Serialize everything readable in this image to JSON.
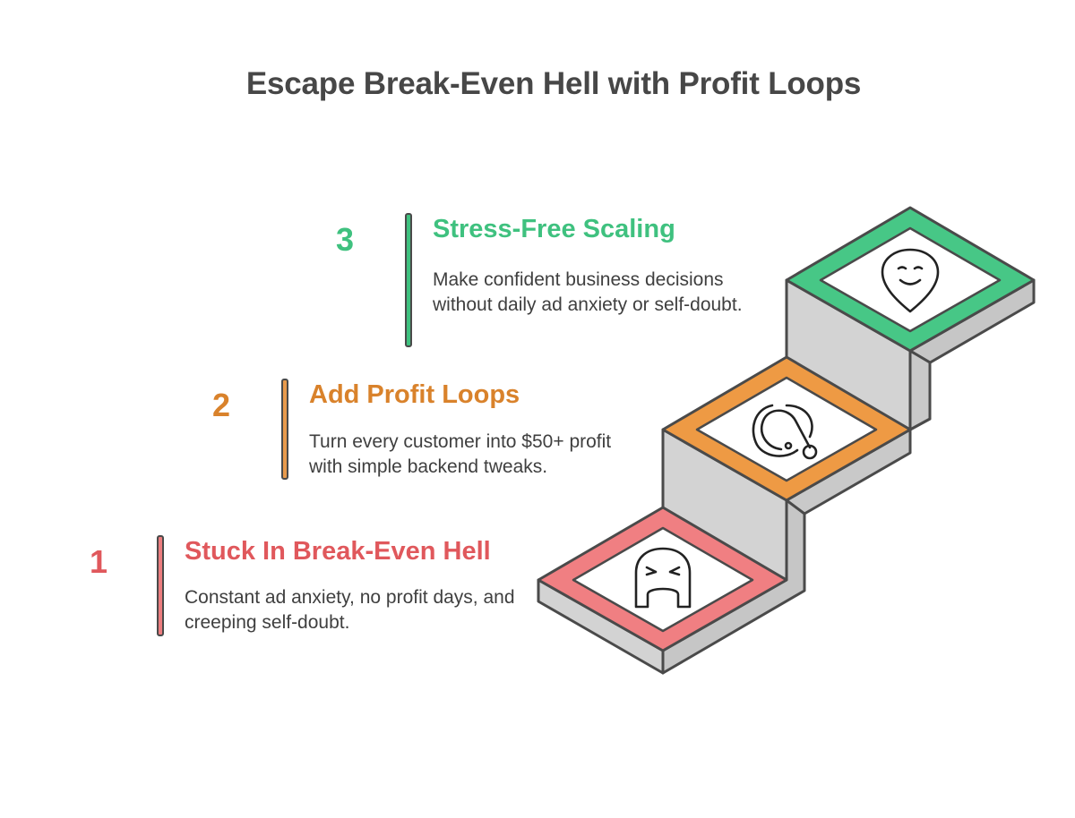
{
  "title": "Escape Break-Even Hell with Profit Loops",
  "colors": {
    "step1": "#e0585c",
    "step2": "#d9822b",
    "step3": "#3fc17f",
    "outline": "#4a4a4a",
    "stair_face": "#d3d3d3"
  },
  "steps": [
    {
      "number": "1",
      "title": "Stuck In Break-Even Hell",
      "description": "Constant ad anxiety, no profit days, and creeping self-doubt.",
      "icon": "frustrated-face-icon"
    },
    {
      "number": "2",
      "title": "Add Profit Loops",
      "description": "Turn every customer into $50+ profit with simple backend tweaks.",
      "icon": "loop-icon"
    },
    {
      "number": "3",
      "title": "Stress-Free Scaling",
      "description": "Make confident business decisions without daily ad anxiety or self-doubt.",
      "icon": "happy-face-icon"
    }
  ]
}
